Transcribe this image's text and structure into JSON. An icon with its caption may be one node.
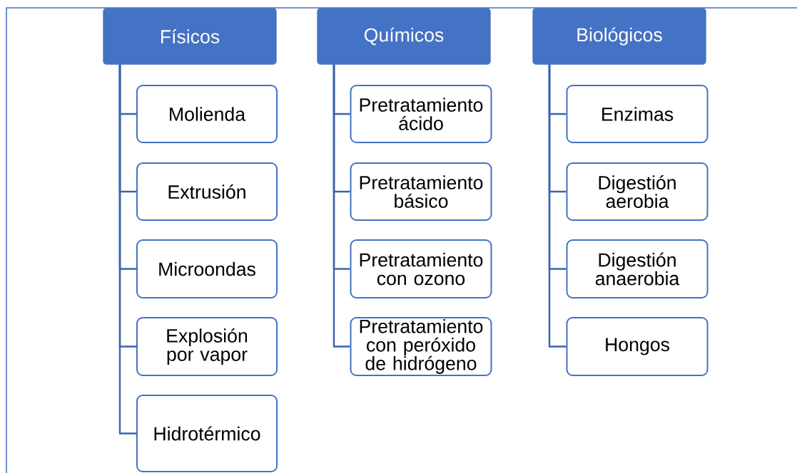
{
  "diagram": {
    "nodes": [
      {
        "text": [
          "Físicos"
        ]
      },
      {
        "text": [
          "Molienda"
        ]
      },
      {
        "text": [
          "Extrusión"
        ]
      },
      {
        "text": [
          "Microondas"
        ]
      },
      {
        "text": [
          "Explosión por vapor"
        ]
      },
      {
        "text": [
          "Hidrotérmico"
        ]
      },
      {
        "text": [
          "Químicos"
        ]
      },
      {
        "text": [
          "Pretratamiento ácido"
        ]
      },
      {
        "text": [
          "Pretratamiento básico"
        ]
      },
      {
        "text": [
          "Pretratamiento con ozono"
        ]
      },
      {
        "text": [
          "Pretratamiento con peróxido de hidrógeno"
        ]
      },
      {
        "text": [
          "Biológicos"
        ]
      },
      {
        "text": [
          "Enzimas"
        ]
      },
      {
        "text": [
          "Digestión aerobia"
        ]
      },
      {
        "text": [
          "Digestión anaerobia"
        ]
      },
      {
        "text": [
          "Hongos"
        ]
      }
    ],
    "edges": [
      {
        "from": 0,
        "to": 1,
        "arrow": "none"
      },
      {
        "from": 0,
        "to": 2,
        "arrow": "none"
      },
      {
        "from": 0,
        "to": 3,
        "arrow": "none"
      },
      {
        "from": 0,
        "to": 4,
        "arrow": "none"
      },
      {
        "from": 0,
        "to": 5,
        "arrow": "none"
      },
      {
        "from": 6,
        "to": 7,
        "arrow": "none"
      },
      {
        "from": 6,
        "to": 8,
        "arrow": "none"
      },
      {
        "from": 6,
        "to": 9,
        "arrow": "none"
      },
      {
        "from": 6,
        "to": 10,
        "arrow": "none"
      },
      {
        "from": 11,
        "to": 12,
        "arrow": "none"
      },
      {
        "from": 11,
        "to": 13,
        "arrow": "none"
      },
      {
        "from": 11,
        "to": 14,
        "arrow": "none"
      },
      {
        "from": 11,
        "to": 15,
        "arrow": "none"
      }
    ]
  }
}
